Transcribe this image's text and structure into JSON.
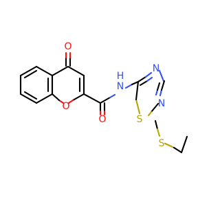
{
  "atoms": {
    "o_ketone": "O",
    "o_ring": "O",
    "o_amide": "O",
    "nh_n": "N",
    "nh_h": "H",
    "n_ring_top": "N",
    "n_ring_right": "N",
    "s_ring": "S",
    "s_thioether": "S"
  },
  "colors": {
    "bond": "#000000",
    "oxygen": "#ff0d0d",
    "nitrogen": "#3050f8",
    "sulfur": "#b8a600",
    "background": "#ffffff"
  }
}
